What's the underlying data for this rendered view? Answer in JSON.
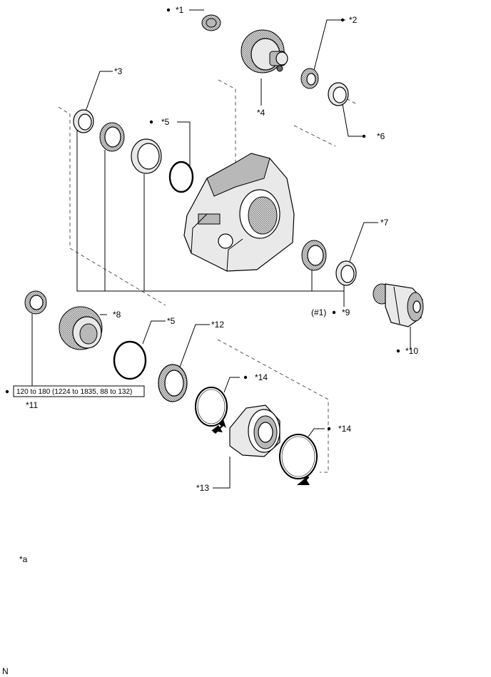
{
  "callouts": {
    "c1": "*1",
    "c2": "*2",
    "c3": "*3",
    "c4": "*4",
    "c5a": "*5",
    "c5b": "*5",
    "c6": "*6",
    "c7": "*7",
    "c8": "*8",
    "c9": "*9",
    "c10": "*10",
    "c11": "*11",
    "c12": "*12",
    "c13": "*13",
    "c14a": "*14",
    "c14b": "*14",
    "ref1": "(#1)"
  },
  "torque_spec": "120 to 180 (1224 to 1835, 88 to 132)",
  "legend": {
    "marker": "*a"
  },
  "corner_mark": "N"
}
